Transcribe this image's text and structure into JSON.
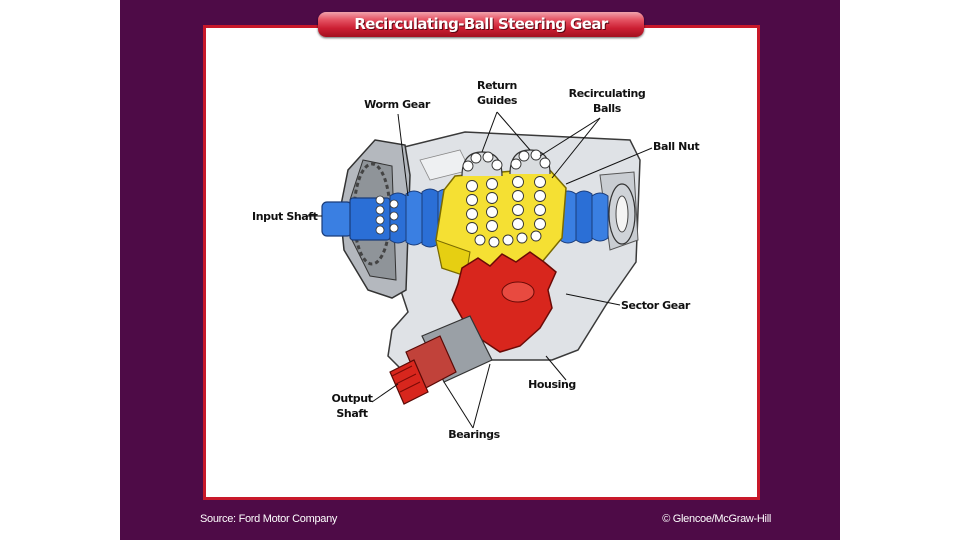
{
  "title": "Recirculating-Ball Steering Gear",
  "labels": {
    "return_guides": [
      "Return",
      "Guides"
    ],
    "recirculating_balls": [
      "Recirculating",
      "Balls"
    ],
    "worm_gear": "Worm Gear",
    "ball_nut": "Ball Nut",
    "input_shaft": "Input Shaft",
    "sector_gear": "Sector Gear",
    "housing": "Housing",
    "output_shaft": [
      "Output",
      "Shaft"
    ],
    "bearings": "Bearings"
  },
  "footer": {
    "source": "Source: Ford Motor Company",
    "copyright": "© Glencoe/McGraw-Hill"
  },
  "colors": {
    "background": "#4e0b47",
    "accent": "#c8182a",
    "worm": "#2b6fd6",
    "ball_nut": "#f5e033",
    "sector": "#d8261d",
    "housing": "#dfe2e6"
  }
}
